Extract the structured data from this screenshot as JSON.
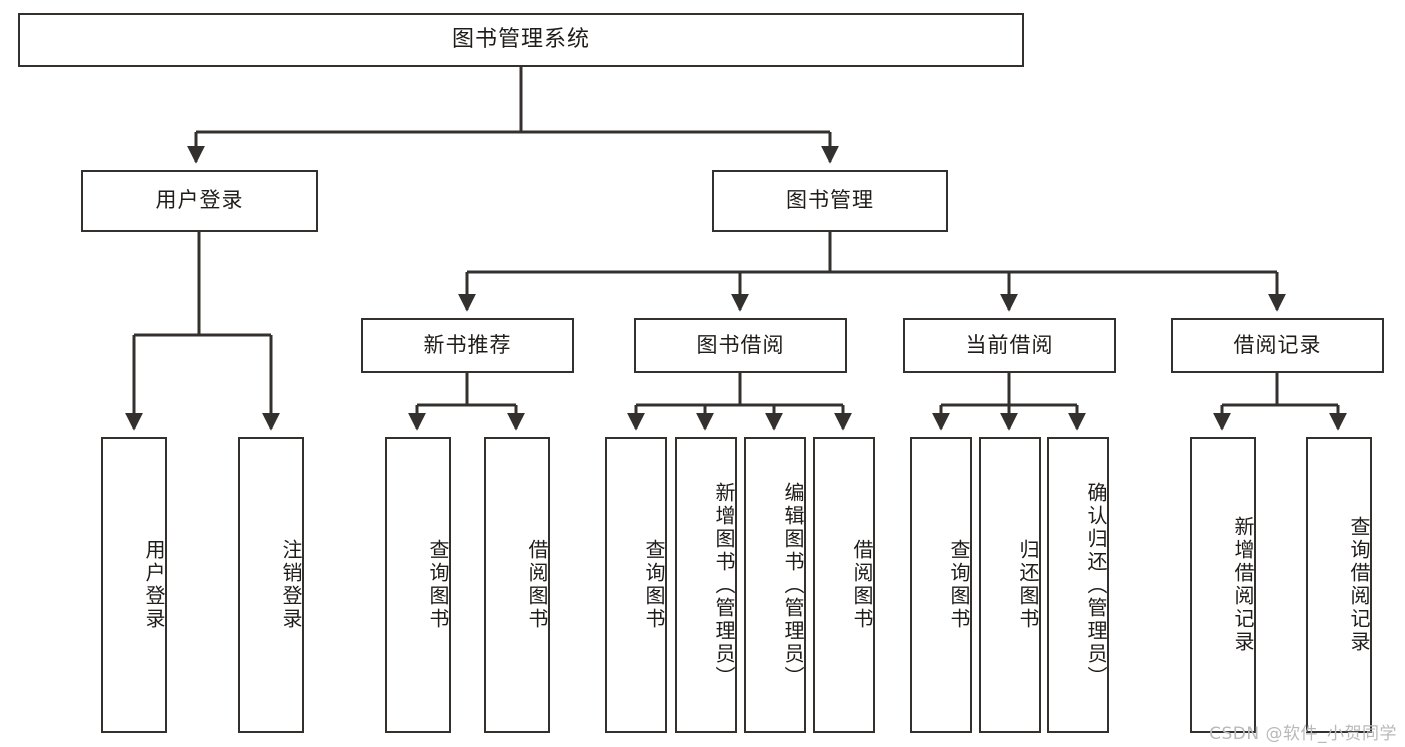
{
  "diagram": {
    "title": "图书管理系统",
    "type": "tree-structure-chart",
    "line_color": "#33302e",
    "box_fill": "#ffffff",
    "text_color": "#1f1c1a"
  },
  "root": {
    "label": "图书管理系统"
  },
  "level2": [
    {
      "label": "用户登录"
    },
    {
      "label": "图书管理"
    }
  ],
  "level3": [
    {
      "label": "新书推荐"
    },
    {
      "label": "图书借阅"
    },
    {
      "label": "当前借阅"
    },
    {
      "label": "借阅记录"
    }
  ],
  "leaves": {
    "user_login": [
      {
        "label": "用户登录"
      },
      {
        "label": "注销登录"
      }
    ],
    "new_book": [
      {
        "label": "查询图书"
      },
      {
        "label": "借阅图书"
      }
    ],
    "book_borrow": [
      {
        "label": "查询图书"
      },
      {
        "label": "新增图书（管理员）"
      },
      {
        "label": "编辑图书（管理员）"
      },
      {
        "label": "借阅图书"
      }
    ],
    "current_borrow": [
      {
        "label": "查询图书"
      },
      {
        "label": "归还图书"
      },
      {
        "label": "确认归还（管理员）"
      }
    ],
    "borrow_record": [
      {
        "label": "新增借阅记录"
      },
      {
        "label": "查询借阅记录"
      }
    ]
  },
  "watermark": {
    "text": "CSDN @软件_小贺同学"
  }
}
